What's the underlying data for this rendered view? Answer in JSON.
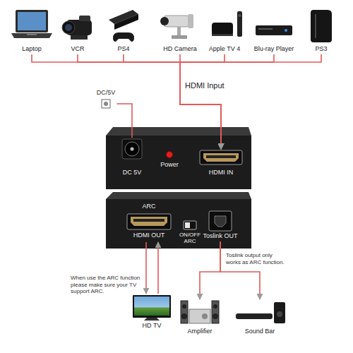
{
  "diagram": {
    "nodes": [
      {
        "text": [
          "Laptop"
        ]
      },
      {
        "text": [
          "VCR"
        ]
      },
      {
        "text": [
          "PS4"
        ]
      },
      {
        "text": [
          "HD Camera"
        ]
      },
      {
        "text": [
          "Apple TV 4"
        ]
      },
      {
        "text": [
          "Blu-ray Player"
        ]
      },
      {
        "text": [
          "PS3"
        ]
      },
      {
        "text": [
          "DC/5V"
        ]
      },
      {
        "text": [
          "DC 5V"
        ]
      },
      {
        "text": [
          "Power"
        ]
      },
      {
        "text": [
          "HDMI IN"
        ]
      },
      {
        "text": [
          "ARC",
          "HDMI OUT"
        ]
      },
      {
        "text": [
          "ON/OFF ARC"
        ]
      },
      {
        "text": [
          "Toslink OUT"
        ]
      },
      {
        "text": [
          "HD TV"
        ]
      },
      {
        "text": [
          "Amplifier"
        ]
      },
      {
        "text": [
          "Sound Bar"
        ]
      }
    ],
    "edges": [
      {
        "from": 0,
        "to": 10,
        "arrow": "to"
      },
      {
        "from": 1,
        "to": 10,
        "arrow": "to"
      },
      {
        "from": 2,
        "to": 10,
        "arrow": "to"
      },
      {
        "from": 3,
        "to": 10,
        "arrow": "to"
      },
      {
        "from": 4,
        "to": 10,
        "arrow": "to"
      },
      {
        "from": 5,
        "to": 10,
        "arrow": "to"
      },
      {
        "from": 6,
        "to": 10,
        "arrow": "to"
      },
      {
        "from": 7,
        "to": 8,
        "arrow": "none"
      },
      {
        "from": 11,
        "to": 14,
        "arrow": "to"
      },
      {
        "from": 14,
        "to": 11,
        "arrow": "to"
      },
      {
        "from": 13,
        "to": 15,
        "arrow": "to"
      },
      {
        "from": 13,
        "to": 16,
        "arrow": "to"
      }
    ],
    "labels": [
      "HDMI Input",
      "When use the ARC function please make sure your TV support ARC.",
      "Toslink output only works as ARC function."
    ]
  }
}
